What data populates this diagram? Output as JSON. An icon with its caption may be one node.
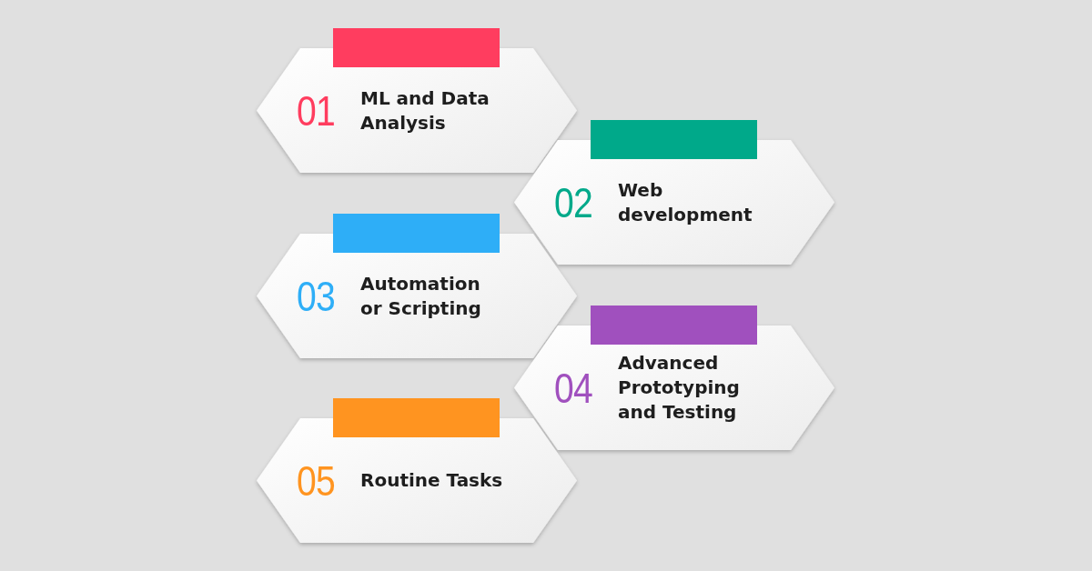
{
  "diagram": {
    "nodes": [
      {
        "text": [
          "01",
          "ML and Data Analysis"
        ]
      },
      {
        "text": [
          "02",
          "Web development"
        ]
      },
      {
        "text": [
          "03",
          "Automation or Scripting"
        ]
      },
      {
        "text": [
          "04",
          "Advanced Prototyping and Testing"
        ]
      },
      {
        "text": [
          "05",
          "Routine Tasks"
        ]
      }
    ]
  }
}
